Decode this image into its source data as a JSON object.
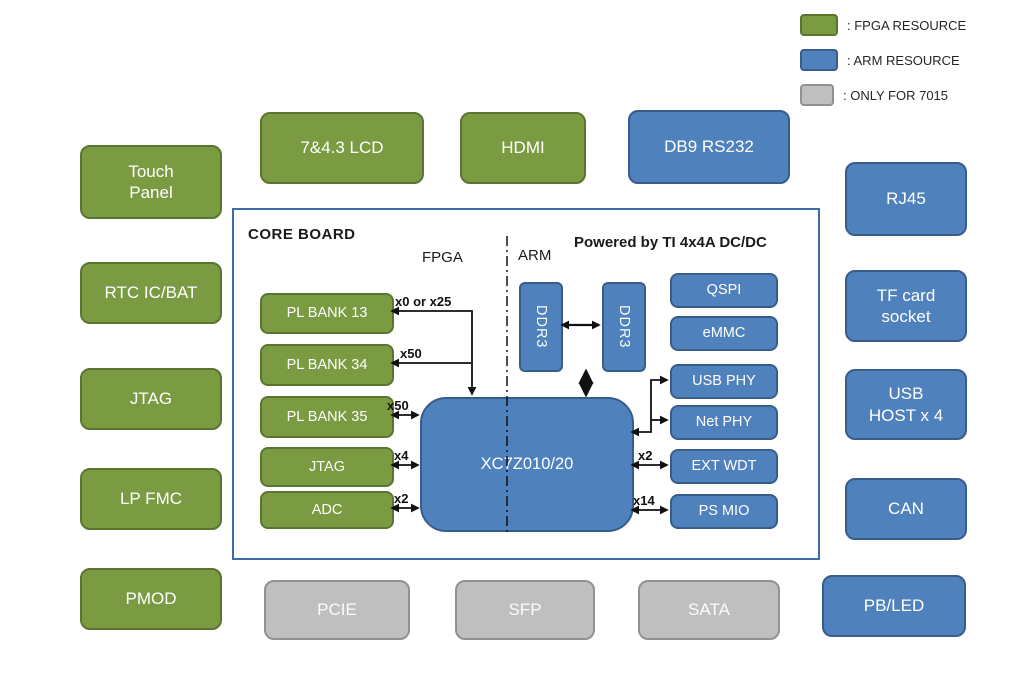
{
  "legend": [
    {
      "label": ": FPGA RESOURCE",
      "color": "#7B9B43"
    },
    {
      "label": ": ARM RESOURCE",
      "color": "#4F81BD"
    },
    {
      "label": ": ONLY FOR 7015",
      "color": "#BFBFBF"
    }
  ],
  "colors": {
    "fpga_green": "#7B9B43",
    "arm_blue": "#4F81BD",
    "only_7015_gray": "#BFBFBF",
    "core_board_border": "#3C6EA5",
    "wire_black": "#111111"
  },
  "peripherals": {
    "left": [
      {
        "label": "Touch\nPanel"
      },
      {
        "label": "RTC IC/BAT"
      },
      {
        "label": "JTAG"
      },
      {
        "label": "LP FMC"
      },
      {
        "label": "PMOD"
      }
    ],
    "top": [
      {
        "label": "7&4.3 LCD"
      },
      {
        "label": "HDMI"
      },
      {
        "label": "DB9 RS232"
      }
    ],
    "right": [
      {
        "label": "RJ45"
      },
      {
        "label": "TF card\nsocket"
      },
      {
        "label": "USB\nHOST x 4"
      },
      {
        "label": "CAN"
      },
      {
        "label": "PB/LED"
      }
    ],
    "bottom": [
      {
        "label": "PCIE"
      },
      {
        "label": "SFP"
      },
      {
        "label": "SATA"
      }
    ]
  },
  "core_board": {
    "title": "CORE BOARD",
    "fpga_side_label": "FPGA",
    "arm_side_label": "ARM",
    "power_note": "Powered by TI 4x4A DC/DC",
    "chip_label": "XC7Z010/20",
    "pl_banks": [
      {
        "label": "PL BANK 13",
        "bus": "x0 or x25"
      },
      {
        "label": "PL BANK 34",
        "bus": "x50"
      },
      {
        "label": "PL BANK 35",
        "bus": "x50"
      },
      {
        "label": "JTAG",
        "bus": "x4"
      },
      {
        "label": "ADC",
        "bus": "x2"
      }
    ],
    "ddr": [
      {
        "label": "DDR3"
      },
      {
        "label": "DDR3"
      }
    ],
    "ps_peripherals": [
      {
        "label": "QSPI"
      },
      {
        "label": "eMMC"
      },
      {
        "label": "USB PHY"
      },
      {
        "label": "Net PHY"
      },
      {
        "label": "EXT WDT",
        "bus": "x2"
      },
      {
        "label": "PS MIO",
        "bus": "x14"
      }
    ]
  }
}
